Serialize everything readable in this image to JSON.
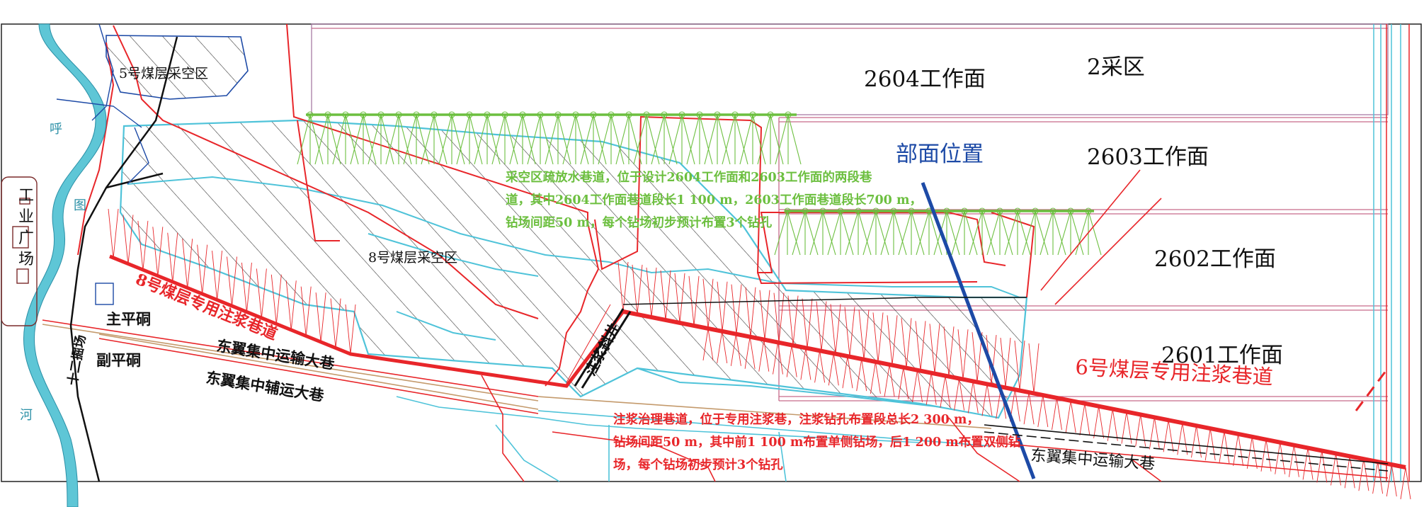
{
  "labels": {
    "face_2604": "2604工作面",
    "mining_area_2": "2采区",
    "section_position": "部面位置",
    "face_2603": "2603工作面",
    "face_2602": "2602工作面",
    "face_2601": "2601工作面",
    "goaf_5": "5号煤层采空区",
    "goaf_8": "8号煤层采空区",
    "industrial_site": [
      "工",
      "业",
      "广",
      "场"
    ],
    "river_1": "呼",
    "river_2": "图",
    "river_3": "河",
    "main_adit": "主平硐",
    "aux_adit": "副平硐",
    "east_transport": "东翼集中运输大巷",
    "east_aux": "东翼集中辅运大巷",
    "east_transport_right": "东翼集中运输大巷",
    "grout_8": "8号煤层专用注浆巷道",
    "grout_6": "6号煤层专用注浆巷道",
    "inclined_shaft": "注浆斜井",
    "dig_label": "十二掘场"
  },
  "notes": {
    "green": [
      "采空区疏放水巷道，位于设计2604工作面和2603工作面的两段巷",
      "道，其中2604工作面巷道段长1 100 m，2603工作面巷道段长700 m，",
      "钻场间距50 m，每个钻场初步预计布置3个钻孔"
    ],
    "red": [
      "注浆治理巷道，位于专用注浆巷，注浆钻孔布置段总长2 300 m，",
      "钻场间距50 m，其中前1 100 m布置单侧钻场，后1 200 m布置双侧钻",
      "场，每个钻场初步预计3个钻孔"
    ]
  },
  "colors": {
    "red": "#e8262a",
    "green": "#6cbf3f",
    "cyan": "#4fc3d9",
    "river": "#5ec6d6",
    "blue": "#1d4aa6",
    "black": "#111111",
    "hatch": "#333333"
  }
}
